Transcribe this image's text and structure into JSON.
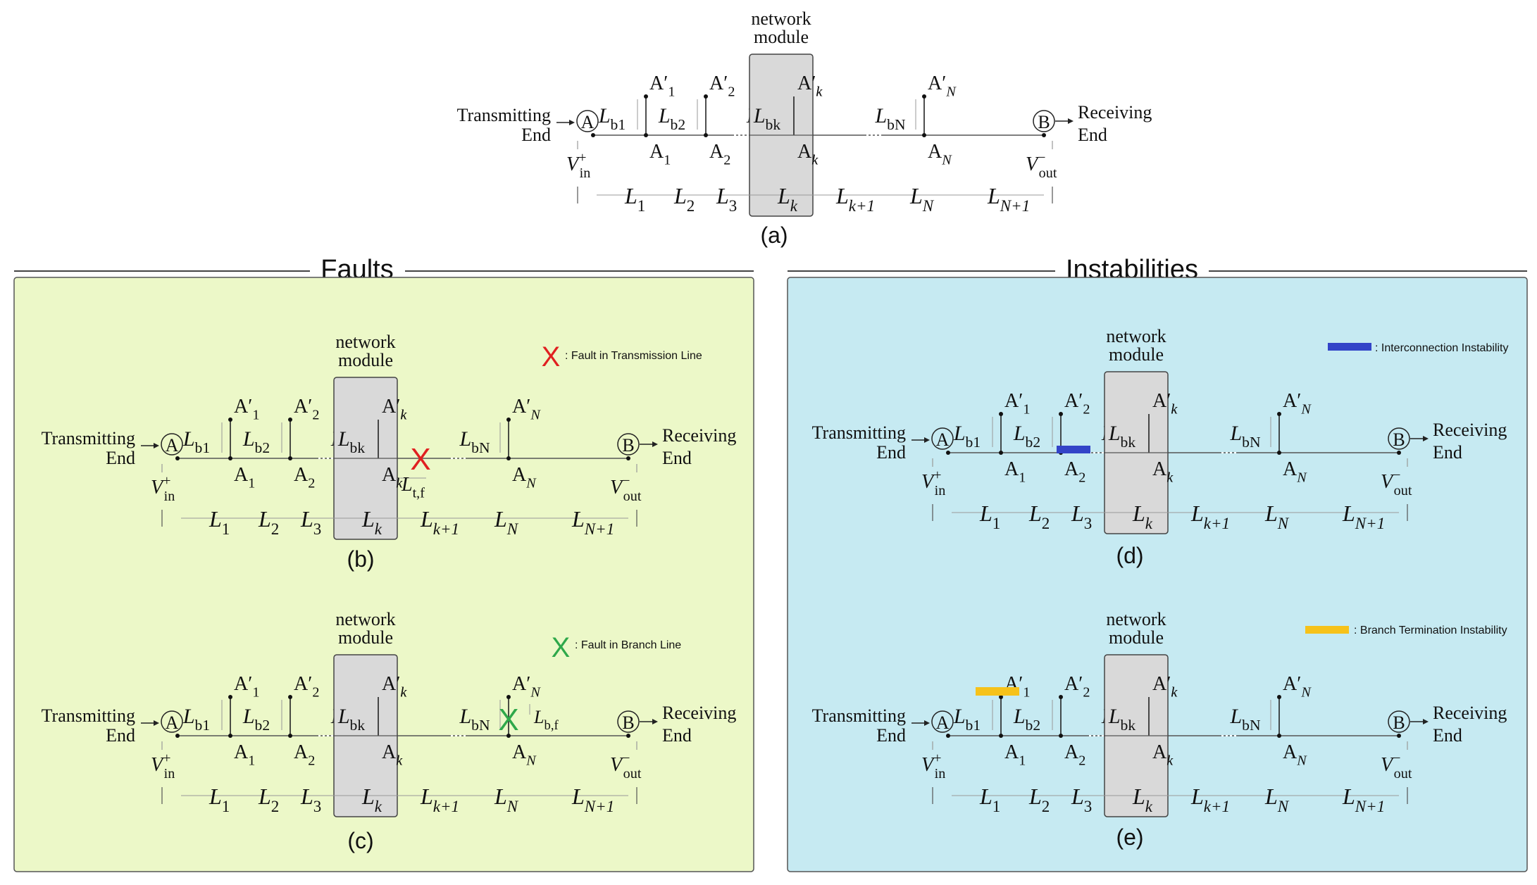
{
  "sections": {
    "faults_title": "Faults",
    "instabilities_title": "Instabilities"
  },
  "colors": {
    "faults_panel": "#ecf8c8",
    "instabilities_panel": "#c6eaf2",
    "module_box": "#d9d9d9",
    "fault_transmission": "#e02020",
    "fault_branch": "#2ea84a",
    "interconnection_instability": "#3344c8",
    "branch_termination_instability": "#f6c21a"
  },
  "labels": {
    "network": "network",
    "module": "module",
    "transmitting": "Transmitting",
    "receiving": "Receiving",
    "end": "End",
    "node_a": "A",
    "node_b": "B",
    "vin": "V",
    "vin_sup": "+",
    "vin_sub": "in",
    "vout": "V",
    "vout_sup": "−",
    "vout_sub": "out",
    "fault_mark": "X"
  },
  "legends": {
    "transmission_fault": ": Fault in Transmission Line",
    "branch_fault": ": Fault in Branch Line",
    "interconnection": ": Interconnection Instability",
    "branch_termination": ": Branch Termination Instability"
  },
  "extra_labels": {
    "fault_transmission_length": "L",
    "fault_transmission_length_sub": "t,f",
    "fault_branch_length": "L",
    "fault_branch_length_sub": "b,f"
  },
  "panels": [
    {
      "id": "a",
      "caption": "(a)"
    },
    {
      "id": "b",
      "caption": "(b)"
    },
    {
      "id": "c",
      "caption": "(c)"
    },
    {
      "id": "d",
      "caption": "(d)"
    },
    {
      "id": "e",
      "caption": "(e)"
    }
  ],
  "line_segments": [
    {
      "main": "L",
      "sub": "1"
    },
    {
      "main": "L",
      "sub": "2"
    },
    {
      "main": "L",
      "sub": "3"
    },
    {
      "main": "L",
      "sub": "k"
    },
    {
      "main": "L",
      "sub": "k+1"
    },
    {
      "main": "L",
      "sub": "N"
    },
    {
      "main": "L",
      "sub": "N+1"
    }
  ],
  "branches": [
    {
      "top": "A",
      "top_sub": "1",
      "bottom": "A",
      "bottom_sub": "1",
      "length": "L",
      "length_sub": "b1"
    },
    {
      "top": "A",
      "top_sub": "2",
      "bottom": "A",
      "bottom_sub": "2",
      "length": "L",
      "length_sub": "b2"
    },
    {
      "top": "A",
      "top_sub": "k",
      "bottom": "A",
      "bottom_sub": "k",
      "length": "L",
      "length_sub": "bk"
    },
    {
      "top": "A",
      "top_sub": "N",
      "bottom": "A",
      "bottom_sub": "N",
      "length": "L",
      "length_sub": "bN"
    }
  ]
}
